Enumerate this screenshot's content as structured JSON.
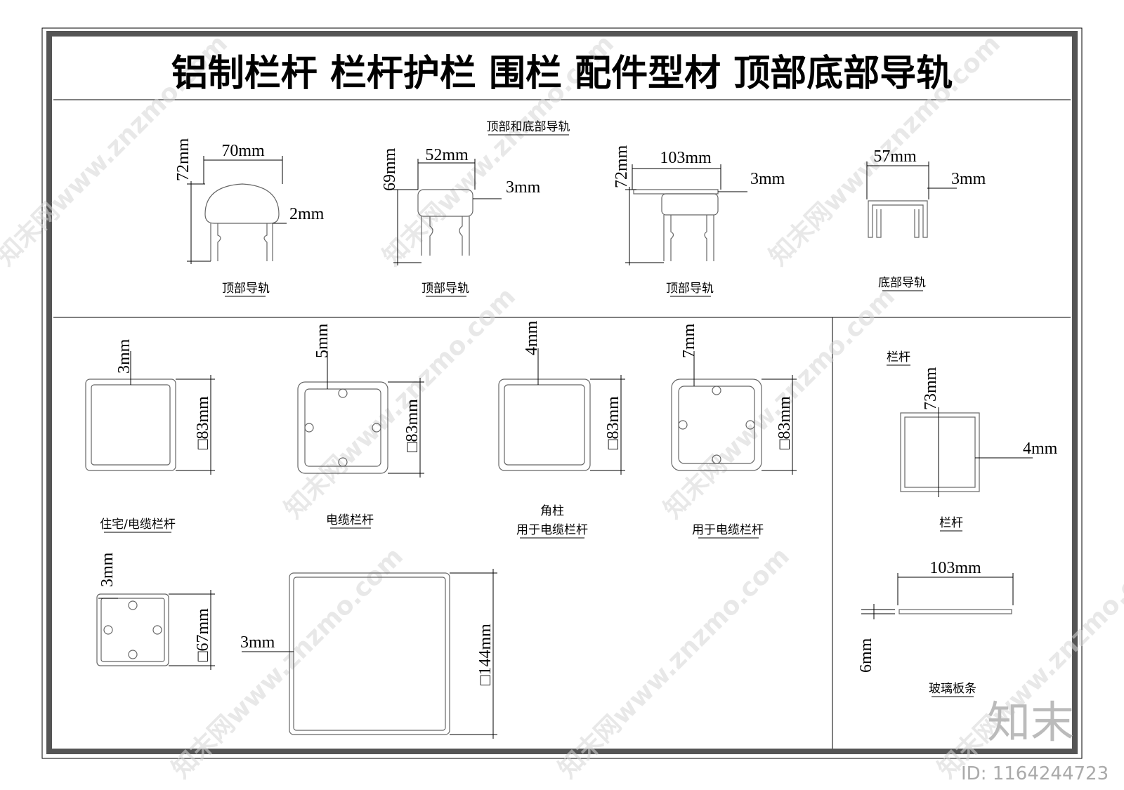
{
  "title": "铝制栏杆  栏杆护栏  围栏  配件型材  顶部底部导轨",
  "top_section": {
    "heading": "顶部和底部导轨",
    "rail1": {
      "width": "70mm",
      "height": "72mm",
      "wall": "2mm",
      "caption": "顶部导轨"
    },
    "rail2": {
      "width": "52mm",
      "height": "69mm",
      "wall": "3mm",
      "caption": "顶部导轨"
    },
    "rail3": {
      "width": "103mm",
      "height": "72mm",
      "wall": "3mm",
      "caption": "顶部导轨"
    },
    "rail4": {
      "width": "57mm",
      "wall": "3mm",
      "caption": "底部导轨"
    }
  },
  "posts": {
    "post1": {
      "wall": "3mm",
      "size": "□83mm",
      "caption": "住宅/电缆栏杆"
    },
    "post2": {
      "wall": "5mm",
      "size": "□83mm",
      "caption": "电缆栏杆"
    },
    "post3": {
      "wall": "4mm",
      "size": "□83mm",
      "caption_line1": "角柱",
      "caption_line2": "用于电缆栏杆"
    },
    "post4": {
      "wall": "7mm",
      "size": "□83mm",
      "caption": "用于电缆栏杆"
    },
    "post5": {
      "wall": "3mm",
      "size": "□67mm"
    },
    "post6": {
      "wall": "3mm",
      "size": "□144mm"
    }
  },
  "right_section": {
    "heading": "栏杆",
    "baluster": {
      "height": "73mm",
      "wall": "4mm",
      "caption": "栏杆"
    },
    "glass": {
      "width": "103mm",
      "thickness": "6mm",
      "caption": "玻璃板条"
    }
  },
  "watermark": {
    "text": "知末网www.znzmo.com",
    "logo": "知末",
    "id": "ID: 1164244723"
  }
}
